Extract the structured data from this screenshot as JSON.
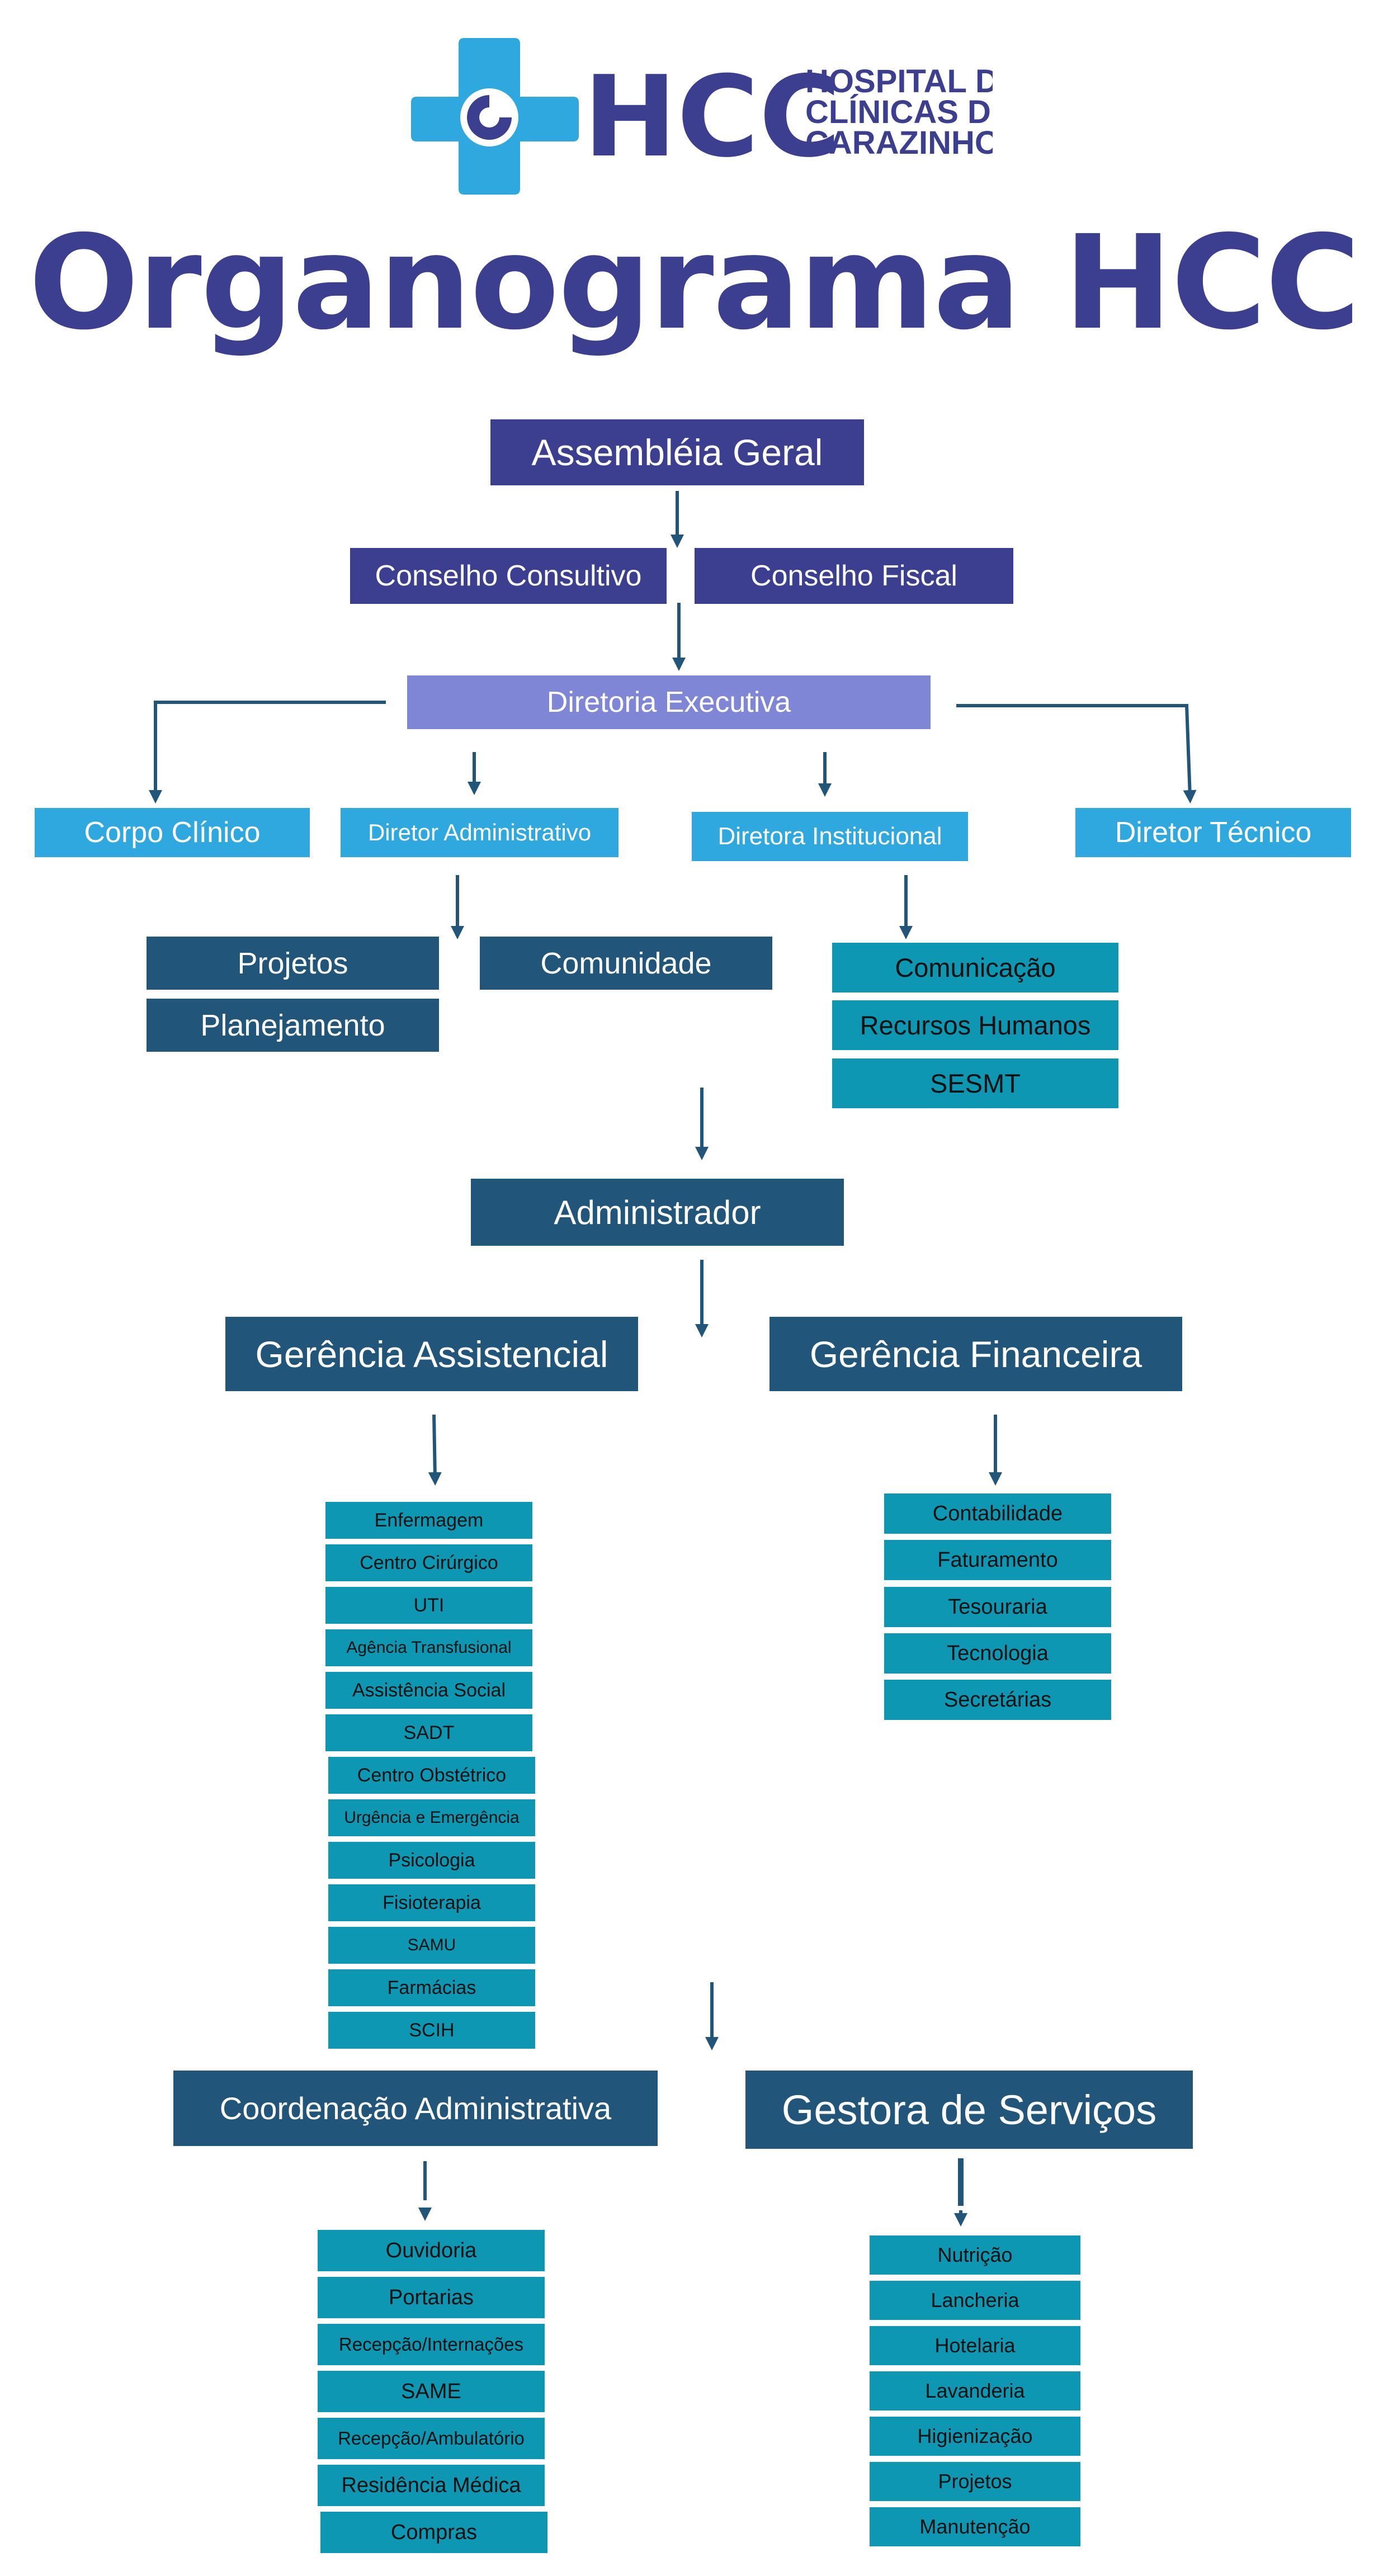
{
  "header": {
    "logo_text": "HCC",
    "logo_line1": "HOSPITAL DE",
    "logo_line2": "CLÍNICAS DE",
    "logo_line3": "CARAZINHO",
    "title": "Organograma HCC"
  },
  "nodes": {
    "assembleia": "Assembléia Geral",
    "conselho_consultivo": "Conselho Consultivo",
    "conselho_fiscal": "Conselho Fiscal",
    "diretoria_executiva": "Diretoria Executiva",
    "corpo_clinico": "Corpo Clínico",
    "diretor_administrativo": "Diretor Administrativo",
    "diretora_institucional": "Diretora Institucional",
    "diretor_tecnico": "Diretor Técnico",
    "projetos": "Projetos",
    "comunidade": "Comunidade",
    "planejamento": "Planejamento",
    "institucional_items": [
      "Comunicação",
      "Recursos Humanos",
      "SESMT"
    ],
    "administrador": "Administrador",
    "gerencia_assistencial": "Gerência Assistencial",
    "gerencia_financeira": "Gerência Financeira",
    "assistencial_items": [
      "Enfermagem",
      "Centro Cirúrgico",
      "UTI",
      "Agência Transfusional",
      "Assistência Social",
      "SADT",
      "Centro Obstétrico",
      "Urgência e Emergência",
      "Psicologia",
      "Fisioterapia",
      "SAMU",
      "Farmácias",
      "SCIH"
    ],
    "financeira_items": [
      "Contabilidade",
      "Faturamento",
      "Tesouraria",
      "Tecnologia",
      "Secretárias"
    ],
    "coordenacao_administrativa": "Coordenação Administrativa",
    "gestora_servicos": "Gestora de Serviços",
    "coordenacao_items": [
      "Ouvidoria",
      "Portarias",
      "Recepção/Internações",
      "SAME",
      "Recepção/Ambulatório",
      "Residência Médica",
      "Compras"
    ],
    "gestora_items": [
      "Nutrição",
      "Lancheria",
      "Hotelaria",
      "Lavanderia",
      "Higienização",
      "Projetos",
      "Manutenção"
    ]
  },
  "colors": {
    "navy": "#3c3f8f",
    "lavender": "#8086d6",
    "sky_blue": "#2fa8df",
    "dark_blue": "#215579",
    "teal": "#0e97b2",
    "logo_cross": "#2fa8df"
  }
}
